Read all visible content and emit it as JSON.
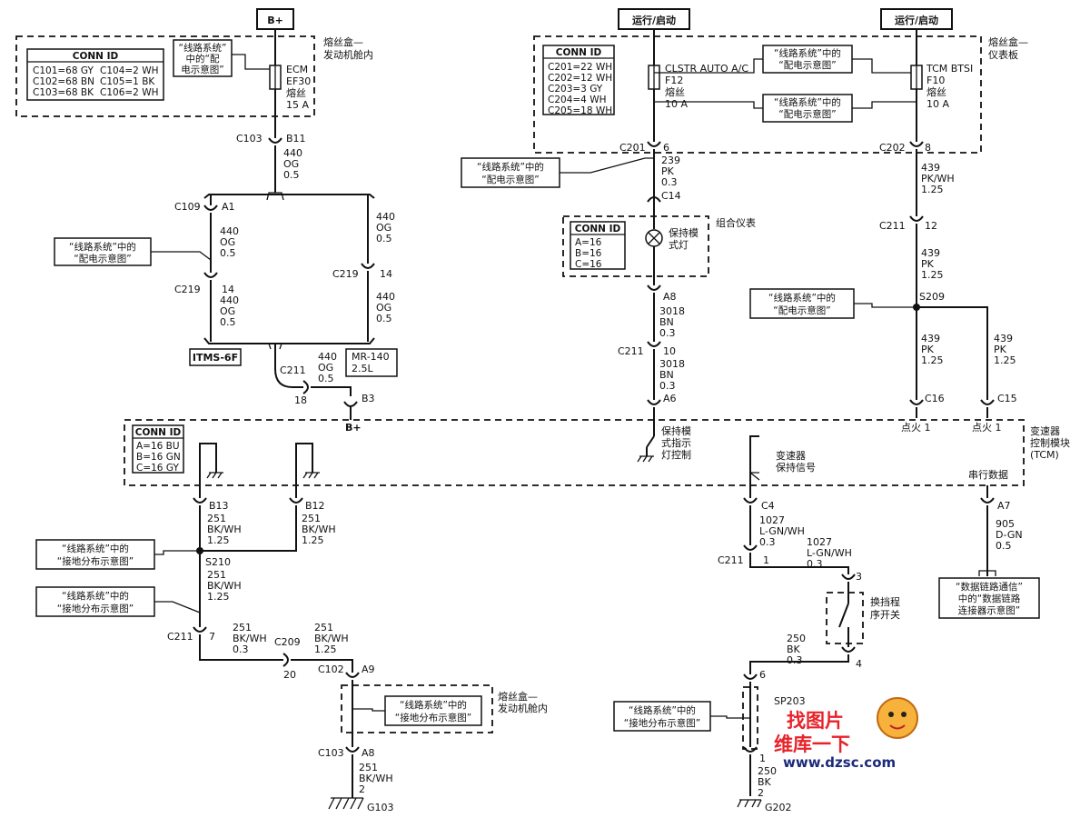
{
  "headers": {
    "bplus": "B+",
    "run_start_left": "运行/启动",
    "run_start_right": "运行/启动"
  },
  "fusebox_engine": {
    "title": [
      "熔丝盒—",
      "发动机舱内"
    ],
    "conn_title": "CONN ID",
    "conn_rows": [
      [
        "C101=68 GY",
        "C104=2 WH"
      ],
      [
        "C102=68 BN",
        "C105=1 BK"
      ],
      [
        "C103=68 BK",
        "C106=2 WH"
      ]
    ],
    "ref": [
      "“线路系统”",
      "中的“配",
      "电示意图”"
    ],
    "fuse": [
      "ECM",
      "EF30",
      "熔丝",
      "15 A"
    ],
    "conn_b": "C103",
    "pin_b": "B11"
  },
  "fusebox_ip": {
    "title": [
      "熔丝盒—",
      "仪表板"
    ],
    "conn_title": "CONN ID",
    "conn_rows": [
      "C201=22 WH",
      "C202=12 WH",
      "C203=3 GY",
      "C204=4 WH",
      "C205=18 WH"
    ],
    "ref1": [
      "“线路系统”中的",
      "“配电示意图”"
    ],
    "ref2": [
      "“线路系统”中的",
      "“配电示意图”"
    ],
    "fuse_a": [
      "CLSTR AUTO A/C",
      "F12",
      "熔丝",
      "10 A"
    ],
    "fuse_b": [
      "TCM BTSI",
      "F10",
      "熔丝",
      "10 A"
    ]
  },
  "left_top": {
    "wire1": [
      "440",
      "OG",
      "0.5"
    ],
    "c109": "C109",
    "a1": "A1",
    "ref": [
      "“线路系统”中的",
      "“配电示意图”"
    ],
    "wire2": [
      "440",
      "OG",
      "0.5"
    ],
    "c219a": "C219",
    "pin14a": "14",
    "wire3": [
      "440",
      "OG",
      "0.5"
    ],
    "wire4": [
      "440",
      "OG",
      "0.5"
    ],
    "c219b": "C219",
    "pin14b": "14",
    "wire5": [
      "440",
      "OG",
      "0.5"
    ],
    "opt1": "ITMS-6F",
    "opt2": [
      "MR-140",
      "2.5L"
    ],
    "c211": "C211",
    "pin18": "18",
    "wire6": [
      "440",
      "OG",
      "0.5"
    ],
    "b3": "B3",
    "bplus": "B+"
  },
  "cluster": {
    "c201": "C201",
    "pin6": "6",
    "ref": [
      "“线路系统”中的",
      "“配电示意图”"
    ],
    "wire1": [
      "239",
      "PK",
      "0.3"
    ],
    "c14": "C14",
    "title": "组合仪表",
    "conn_title": "CONN ID",
    "conn_rows": [
      "A=16",
      "B=16",
      "C=16"
    ],
    "lamp": [
      "保持模",
      "式灯"
    ],
    "a8": "A8",
    "wire2": [
      "3018",
      "BN",
      "0.3"
    ],
    "c211": "C211",
    "pin10": "10",
    "wire3": [
      "3018",
      "BN",
      "0.3"
    ],
    "a6": "A6"
  },
  "right_top": {
    "c202": "C202",
    "pin8": "8",
    "wire1": [
      "439",
      "PK/WH",
      "1.25"
    ],
    "c211": "C211",
    "pin12": "12",
    "wire2": [
      "439",
      "PK",
      "1.25"
    ],
    "ref": [
      "“线路系统”中的",
      "“配电示意图”"
    ],
    "s209": "S209",
    "wire3": [
      "439",
      "PK",
      "1.25"
    ],
    "wire4": [
      "439",
      "PK",
      "1.25"
    ],
    "c16": "C16",
    "c15": "C15"
  },
  "tcm": {
    "title": [
      "变速器",
      "控制模块",
      "(TCM)"
    ],
    "conn_title": "CONN ID",
    "conn_rows": [
      "A=16 BU",
      "B=16 GN",
      "C=16 GY"
    ],
    "hold_ctrl": [
      "保持模",
      "式指示",
      "灯控制"
    ],
    "hold_signal": [
      "变速器",
      "保持信号"
    ],
    "ign1": "点火 1",
    "ign2": "点火 1",
    "serial": "串行数据"
  },
  "left_bottom": {
    "b13": "B13",
    "b12": "B12",
    "wire1": [
      "251",
      "BK/WH",
      "1.25"
    ],
    "wire2": [
      "251",
      "BK/WH",
      "1.25"
    ],
    "ref1": [
      "“线路系统”中的",
      "“接地分布示意图”"
    ],
    "s210": "S210",
    "wire3": [
      "251",
      "BK/WH",
      "1.25"
    ],
    "ref2": [
      "“线路系统”中的",
      "“接地分布示意图”"
    ],
    "c211": "C211",
    "pin7": "7",
    "wire4": [
      "251",
      "BK/WH",
      "0.3"
    ],
    "c209": "C209",
    "pin20": "20",
    "wire5": [
      "251",
      "BK/WH",
      "1.25"
    ],
    "c102": "C102",
    "a9": "A9",
    "fuse_title": [
      "熔丝盒—",
      "发动机舱内"
    ],
    "ref3": [
      "“线路系统”中的",
      "“接地分布示意图”"
    ],
    "c103": "C103",
    "a8": "A8",
    "wire6": [
      "251",
      "BK/WH",
      "2"
    ],
    "ground": "G103"
  },
  "right_bottom": {
    "c4": "C4",
    "wire1": [
      "1027",
      "L-GN/WH",
      "0.3"
    ],
    "c211": "C211",
    "pin1": "1",
    "wire2": [
      "1027",
      "L-GN/WH",
      "0.3"
    ],
    "pin3": "3",
    "switch": [
      "换挡程",
      "序开关"
    ],
    "pin4": "4",
    "wire3": [
      "250",
      "BK",
      "0.3"
    ],
    "pin6": "6",
    "sp203": "SP203",
    "ref": [
      "“线路系统”中的",
      "“接地分布示意图”"
    ],
    "pin1b": "1",
    "wire4": [
      "250",
      "BK",
      "2"
    ],
    "ground": "G202",
    "a7": "A7",
    "wire5": [
      "905",
      "D-GN",
      "0.5"
    ],
    "ref_dlc": [
      "“数据链路通信”",
      "中的“数据链路",
      "连接器示意图”"
    ]
  },
  "watermark": {
    "line1": "找图片",
    "line2": "维库一下",
    "url": "www.dzsc.com"
  }
}
